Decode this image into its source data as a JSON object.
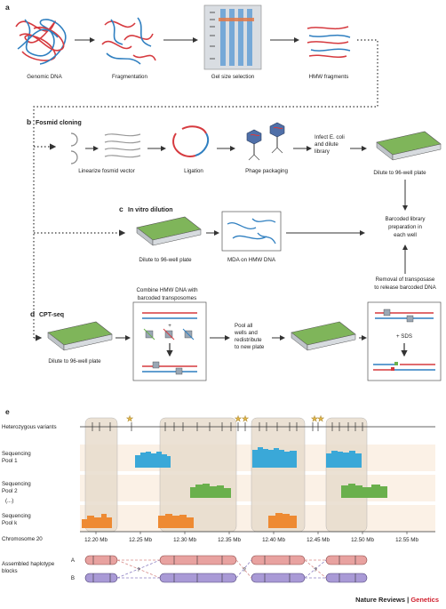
{
  "panel_labels": {
    "a": "a",
    "b": "b",
    "c": "c",
    "d": "d",
    "e": "e"
  },
  "panel_a": {
    "genomic_dna": "Genomic DNA",
    "fragmentation": "Fragmentation",
    "gel": "Gel size selection",
    "hmw": "HMW fragments"
  },
  "panel_b": {
    "title": "Fosmid cloning",
    "linearize": "Linearize fosmid vector",
    "ligation": "Ligation",
    "phage": "Phage packaging",
    "infect_1": "Infect E. coli",
    "infect_2": "and dilute",
    "infect_3": "library",
    "dilute": "Dilute to 96-well plate"
  },
  "panel_c": {
    "title": "In vitro dilution",
    "dilute": "Dilute to 96-well plate",
    "mda": "MDA on HMW DNA",
    "barcoded_1": "Barcoded library",
    "barcoded_2": "preparation in",
    "barcoded_3": "each well"
  },
  "panel_d": {
    "title": "CPT-seq",
    "combine_1": "Combine HMW DNA with",
    "combine_2": "barcoded transposomes",
    "dilute": "Dilute to 96-well plate",
    "pool_1": "Pool all",
    "pool_2": "wells and",
    "pool_3": "redistribute",
    "pool_4": "to new plate",
    "removal_1": "Removal of transposase",
    "removal_2": "to release barcoded DNA",
    "sds": "+ SDS",
    "plus": "+"
  },
  "panel_e": {
    "het": "Heterozygous variants",
    "pool1_a": "Sequencing",
    "pool1_b": "Pool 1",
    "pool2_a": "Sequencing",
    "pool2_b": "Pool 2",
    "ellipsis": "(...)",
    "poolk_a": "Sequencing",
    "poolk_b": "Pool k",
    "chrom": "Chromosome 20",
    "ticks": [
      "12.20 Mb",
      "12.25 Mb",
      "12.30 Mb",
      "12.35 Mb",
      "12.40 Mb",
      "12.45 Mb",
      "12.50 Mb",
      "12.55 Mb"
    ],
    "assembled_1": "Assembled haplotype",
    "assembled_2": "blocks",
    "hap_a": "A",
    "hap_b": "B",
    "q": "?"
  },
  "footer": {
    "journal": "Nature Reviews",
    "sep": " | ",
    "section": "Genetics"
  },
  "colors": {
    "red": "#d63a3f",
    "blue": "#2f7fc0",
    "pool1": "#3aa8d8",
    "pool2": "#6ab04c",
    "poolk": "#ee8a32",
    "hapA": "#e8a2a0",
    "hapB": "#a99ad6",
    "plate": "#7fb55a",
    "star": "#e0b54a"
  }
}
